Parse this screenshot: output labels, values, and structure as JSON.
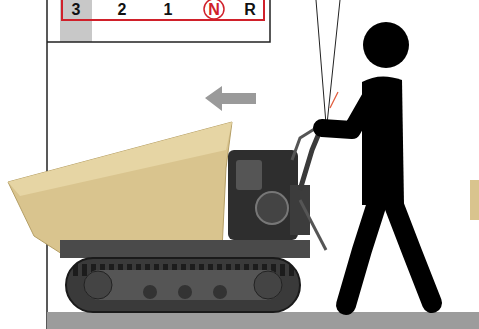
{
  "diagram": {
    "labels": [
      "3",
      "2",
      "1",
      "N",
      "R"
    ]
  }
}
